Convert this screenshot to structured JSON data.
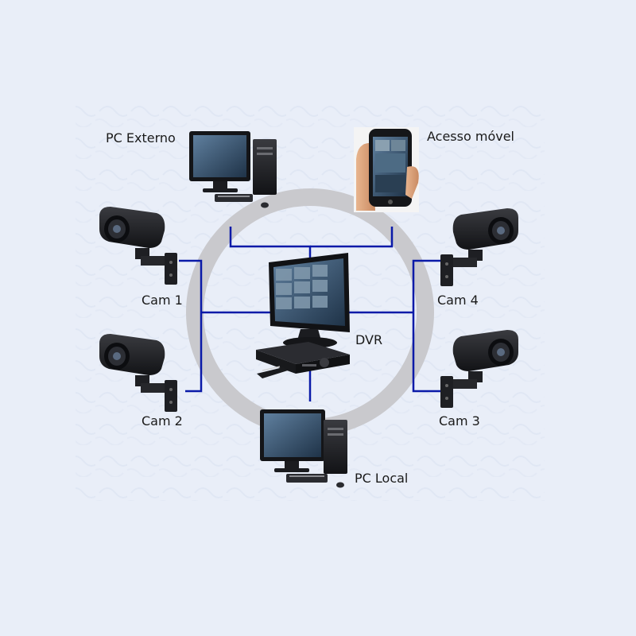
{
  "diagram": {
    "labels": {
      "pc_external": "PC Externo",
      "mobile_access": "Acesso móvel",
      "cam1": "Cam 1",
      "cam2": "Cam 2",
      "cam3": "Cam 3",
      "cam4": "Cam 4",
      "dvr": "DVR",
      "pc_local": "PC Local"
    },
    "icons": {
      "pc": "desktop-pc-icon",
      "phone": "smartphone-icon",
      "camera": "bullet-cctv-camera-icon",
      "dvr": "dvr-recorder-icon",
      "monitor": "monitor-icon"
    },
    "colors": {
      "background": "#e9eef8",
      "ring": "#c9c9cd",
      "link": "#0a1aa8",
      "device": "#1b1c20",
      "screen": "#3a5a7a"
    }
  }
}
